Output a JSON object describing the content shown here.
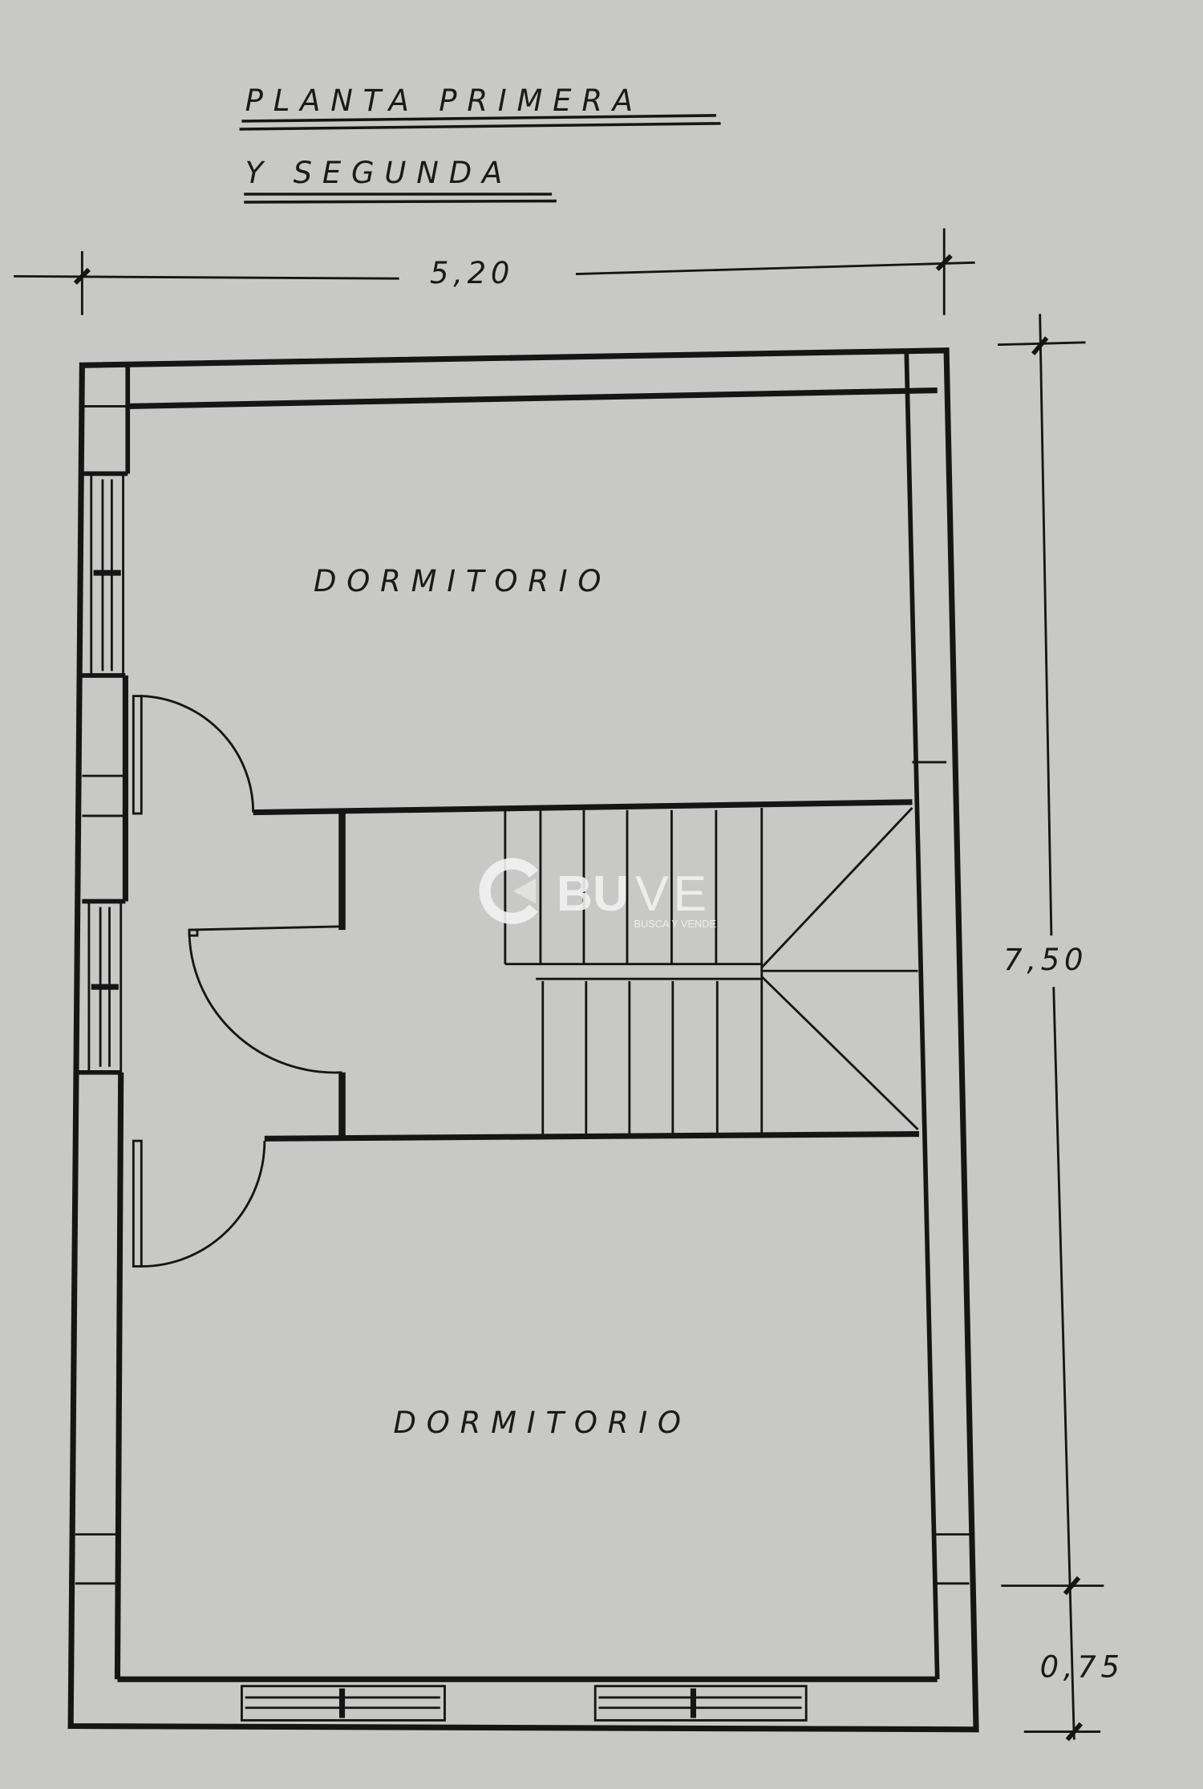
{
  "title": {
    "line1": "PLANTA   PRIMERA",
    "line2": "Y SEGUNDA"
  },
  "rooms": [
    {
      "label": "DORMITORIO"
    },
    {
      "label": "DORMITORIO"
    }
  ],
  "dimensions": {
    "width": "5,20",
    "depth": "7,50",
    "offset": "0,75"
  },
  "watermark": {
    "brand_bold": "BU",
    "brand_light": "VE",
    "tagline": "BUSCA Y VENDE"
  },
  "colors": {
    "paper": "#c8c8c6",
    "ink": "#151515",
    "watermark": "#f2f2f2"
  }
}
